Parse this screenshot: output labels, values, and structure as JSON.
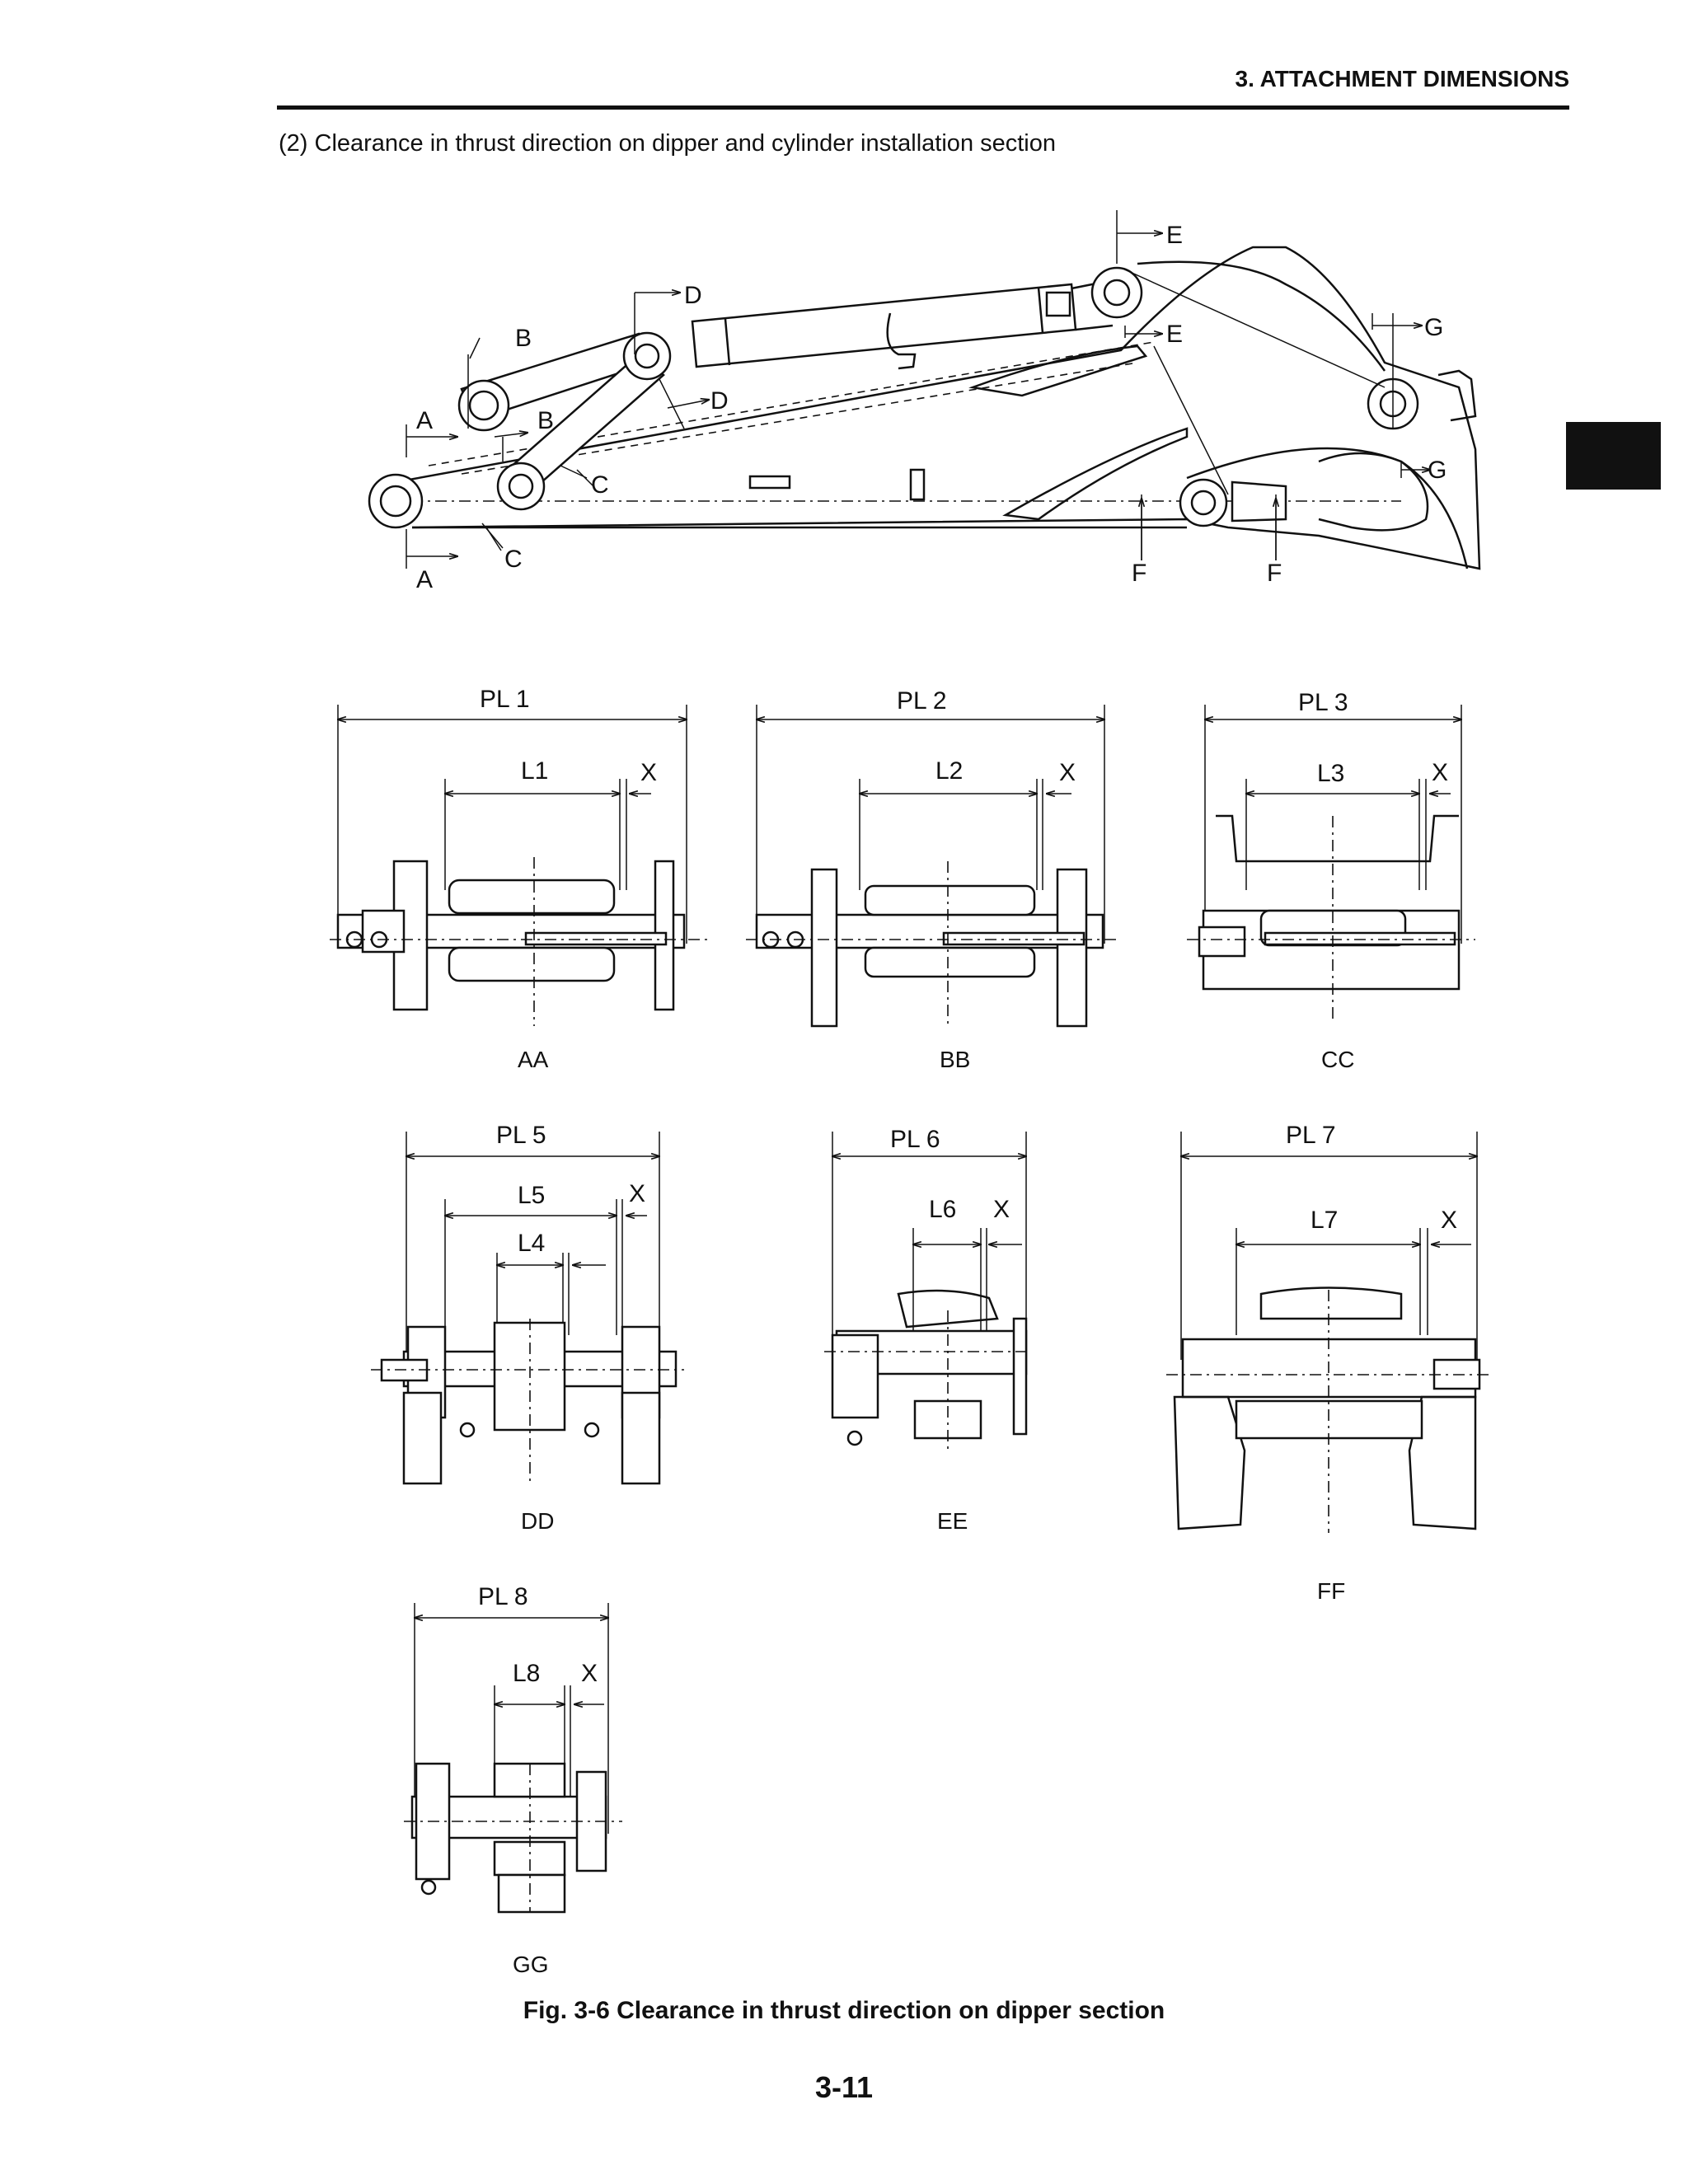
{
  "header": {
    "title": "3. ATTACHMENT DIMENSIONS"
  },
  "section": {
    "subtitle": "(2)  Clearance in thrust direction on dipper and cylinder installation section"
  },
  "overview": {
    "labels": {
      "a": "A",
      "b": "B",
      "c": "C",
      "d": "D",
      "e": "E",
      "f": "F",
      "g": "G"
    }
  },
  "sections": {
    "aa": {
      "name": "AA",
      "pl": "PL 1",
      "l": "L1",
      "x": "X"
    },
    "bb": {
      "name": "BB",
      "pl": "PL 2",
      "l": "L2",
      "x": "X"
    },
    "cc": {
      "name": "CC",
      "pl": "PL 3",
      "l": "L3",
      "x": "X"
    },
    "dd": {
      "name": "DD",
      "pl": "PL 5",
      "l": "L5",
      "l_inner": "L4",
      "x": "X"
    },
    "ee": {
      "name": "EE",
      "pl": "PL 6",
      "l": "L6",
      "x": "X"
    },
    "ff": {
      "name": "FF",
      "pl": "PL 7",
      "l": "L7",
      "x": "X"
    },
    "gg": {
      "name": "GG",
      "pl": "PL 8",
      "l": "L8",
      "x": "X"
    }
  },
  "caption": "Fig. 3-6 Clearance in thrust direction on dipper section",
  "page_number": "3-11"
}
